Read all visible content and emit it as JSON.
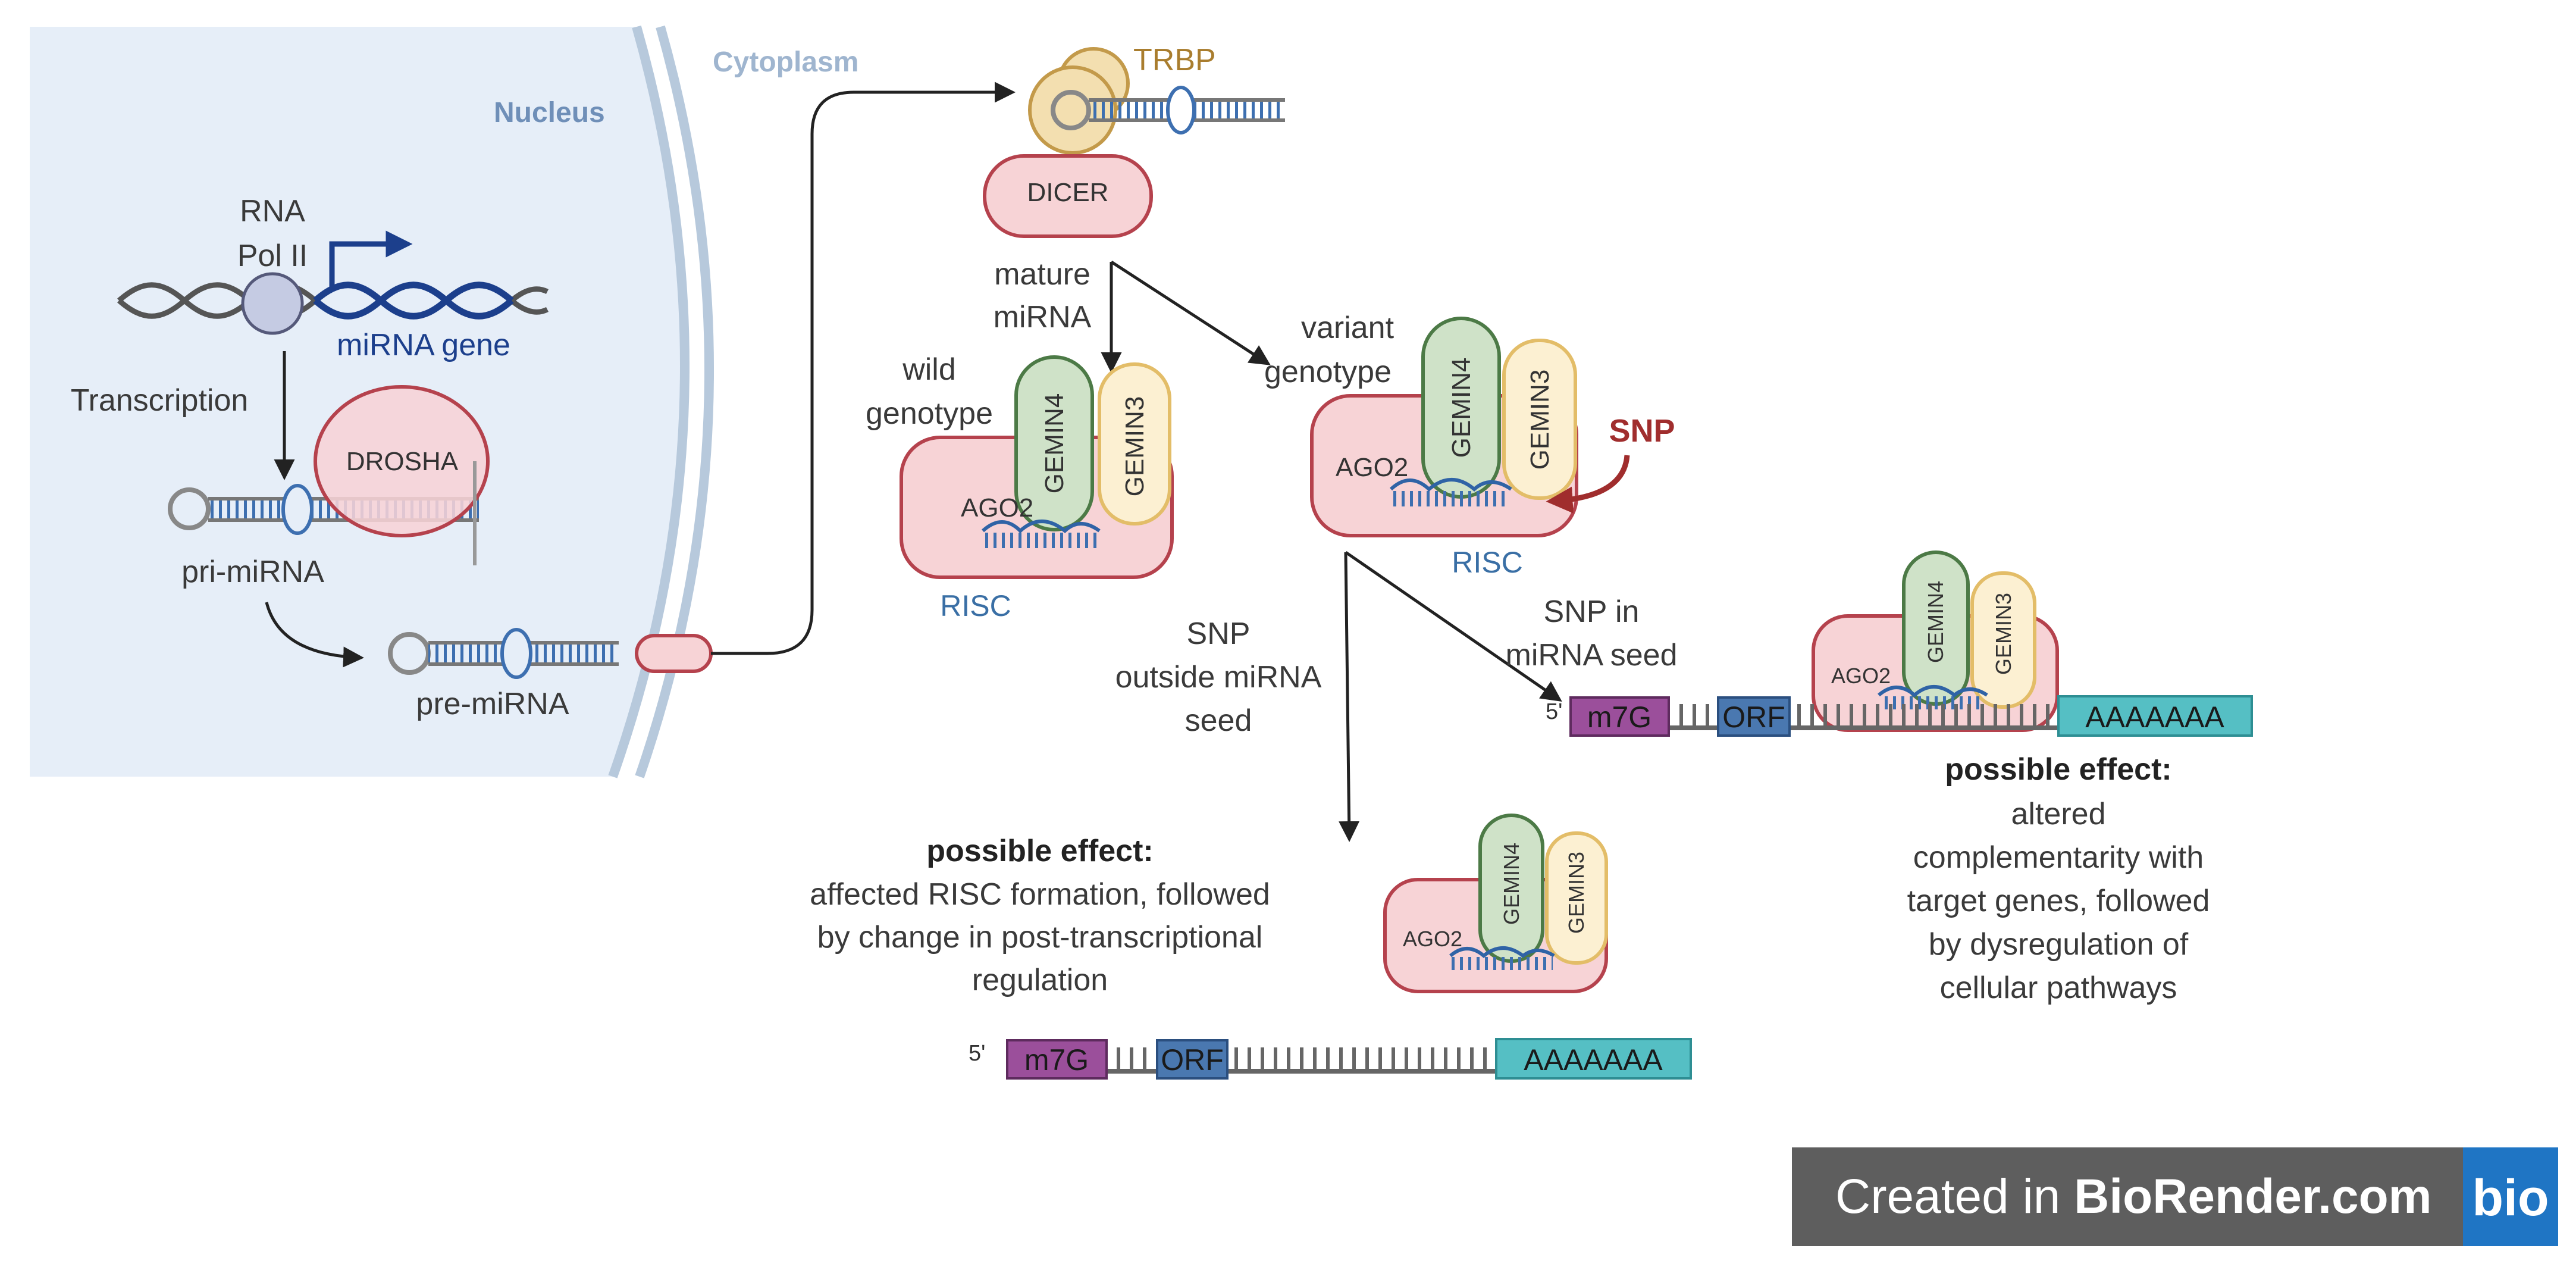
{
  "diagram": {
    "compartments": {
      "nucleus": "Nucleus",
      "cytoplasm": "Cytoplasm"
    },
    "labels": {
      "rna_pol_line1": "RNA",
      "rna_pol_line2": "Pol II",
      "mirna_gene": "miRNA gene",
      "transcription": "Transcription",
      "drosha": "DROSHA",
      "pri_mirna": "pri-miRNA",
      "pre_mirna": "pre-miRNA",
      "trbp": "TRBP",
      "dicer": "DICER",
      "mature_line1": "mature",
      "mature_line2": "miRNA",
      "wild_line1": "wild",
      "wild_line2": "genotype",
      "variant_line1": "variant",
      "variant_line2": "genotype",
      "ago2": "AGO2",
      "gemin4": "GEMIN4",
      "gemin3": "GEMIN3",
      "risc": "RISC",
      "snp": "SNP",
      "snp_out_line1": "SNP",
      "snp_out_line2": "outside miRNA",
      "snp_out_line3": "seed",
      "snp_in_line1": "SNP in",
      "snp_in_line2": "miRNA seed",
      "five_prime": "5'",
      "m7g": "m7G",
      "orf": "ORF",
      "polya": "AAAAAAA",
      "effect_heading": "possible effect:",
      "effect_left_line1": "affected RISC formation, followed",
      "effect_left_line2": "by change in post-transcriptional",
      "effect_left_line3": "regulation",
      "effect_right_line1": "altered",
      "effect_right_line2": "complementarity with",
      "effect_right_line3": "target genes, followed",
      "effect_right_line4": "by dysregulation of",
      "effect_right_line5": "cellular pathways"
    },
    "colors": {
      "nucleus_fill": "#e6eef8",
      "membrane": "#b7c9dc",
      "compartment_text": "#6f8fb8",
      "dna": "#555555",
      "pol_fill": "#c5cbe3",
      "gene_blue": "#1c3f8c",
      "protein_red_fill": "#f7d3d6",
      "protein_red_stroke": "#b5424d",
      "trbp_fill": "#f3dfb0",
      "trbp_stroke": "#c39a4a",
      "trbp_text": "#a97d2e",
      "gemin4_fill": "#cfe2c8",
      "gemin4_stroke": "#4c7a46",
      "gemin3_fill": "#fcf0d2",
      "gemin3_stroke": "#e3bd68",
      "risc_text": "#3a6fa5",
      "snp_red": "#a02d2d",
      "m7g_fill": "#9b4f9b",
      "orf_fill": "#4a78b0",
      "polya_fill": "#55bfc4"
    }
  },
  "footer": {
    "created_text": "Created in ",
    "brand": "BioRender.com",
    "logo_text": "bio"
  }
}
